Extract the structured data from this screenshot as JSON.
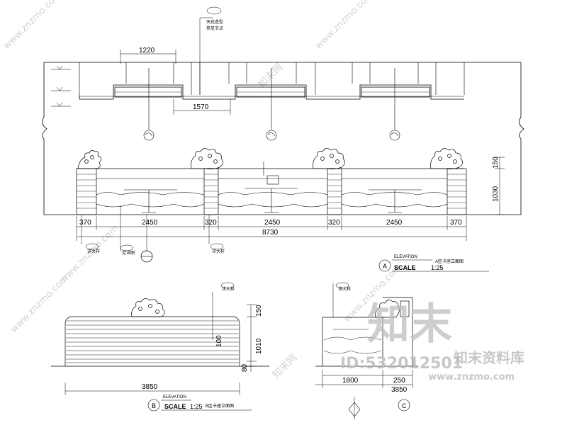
{
  "top_elevation": {
    "dims": {
      "top_span": "1220",
      "mid_span": "1570",
      "bottom": [
        "370",
        "2450",
        "320",
        "2450",
        "320",
        "2450",
        "370"
      ],
      "total": "8730",
      "right_upper": "150",
      "right_lower": "1030"
    },
    "callouts": {
      "ceiling_note": [
        "天花造型",
        "参见节点"
      ],
      "bottom_left_note": "详大样",
      "bottom_mid_note": "见详图",
      "bottom_right_note": "详大样"
    },
    "section_a": {
      "marker": "A",
      "title_top": "ELEVATION",
      "scale_label": "SCALE",
      "scale_value": "1:25",
      "name": "A区卡座立面图"
    }
  },
  "bottom_left_elevation": {
    "dims": {
      "width": "3850",
      "h_upper": "150",
      "h_main": "1010",
      "h_mid": "100",
      "h_base": "80"
    },
    "callout": "详大样",
    "section_b": {
      "marker": "B",
      "title_top": "ELEVATION",
      "scale_label": "SCALE",
      "scale_value": "1:25",
      "name": "B区卡座立面图"
    }
  },
  "bottom_right_elevation": {
    "dims": {
      "inner": "1800",
      "small": "250",
      "width": "3850"
    },
    "callout": "详大样",
    "marker": "C"
  },
  "watermarks": {
    "site": "www.znzmo.com",
    "brand": "知末网",
    "logo_cn": "知末",
    "caption": "知末资料库",
    "id_text": "ID:532012501",
    "url": "www.znzmo.com"
  },
  "colors": {
    "line": "#000000",
    "watermark": "#c9c9c9",
    "logo": "#bdbdbd"
  }
}
